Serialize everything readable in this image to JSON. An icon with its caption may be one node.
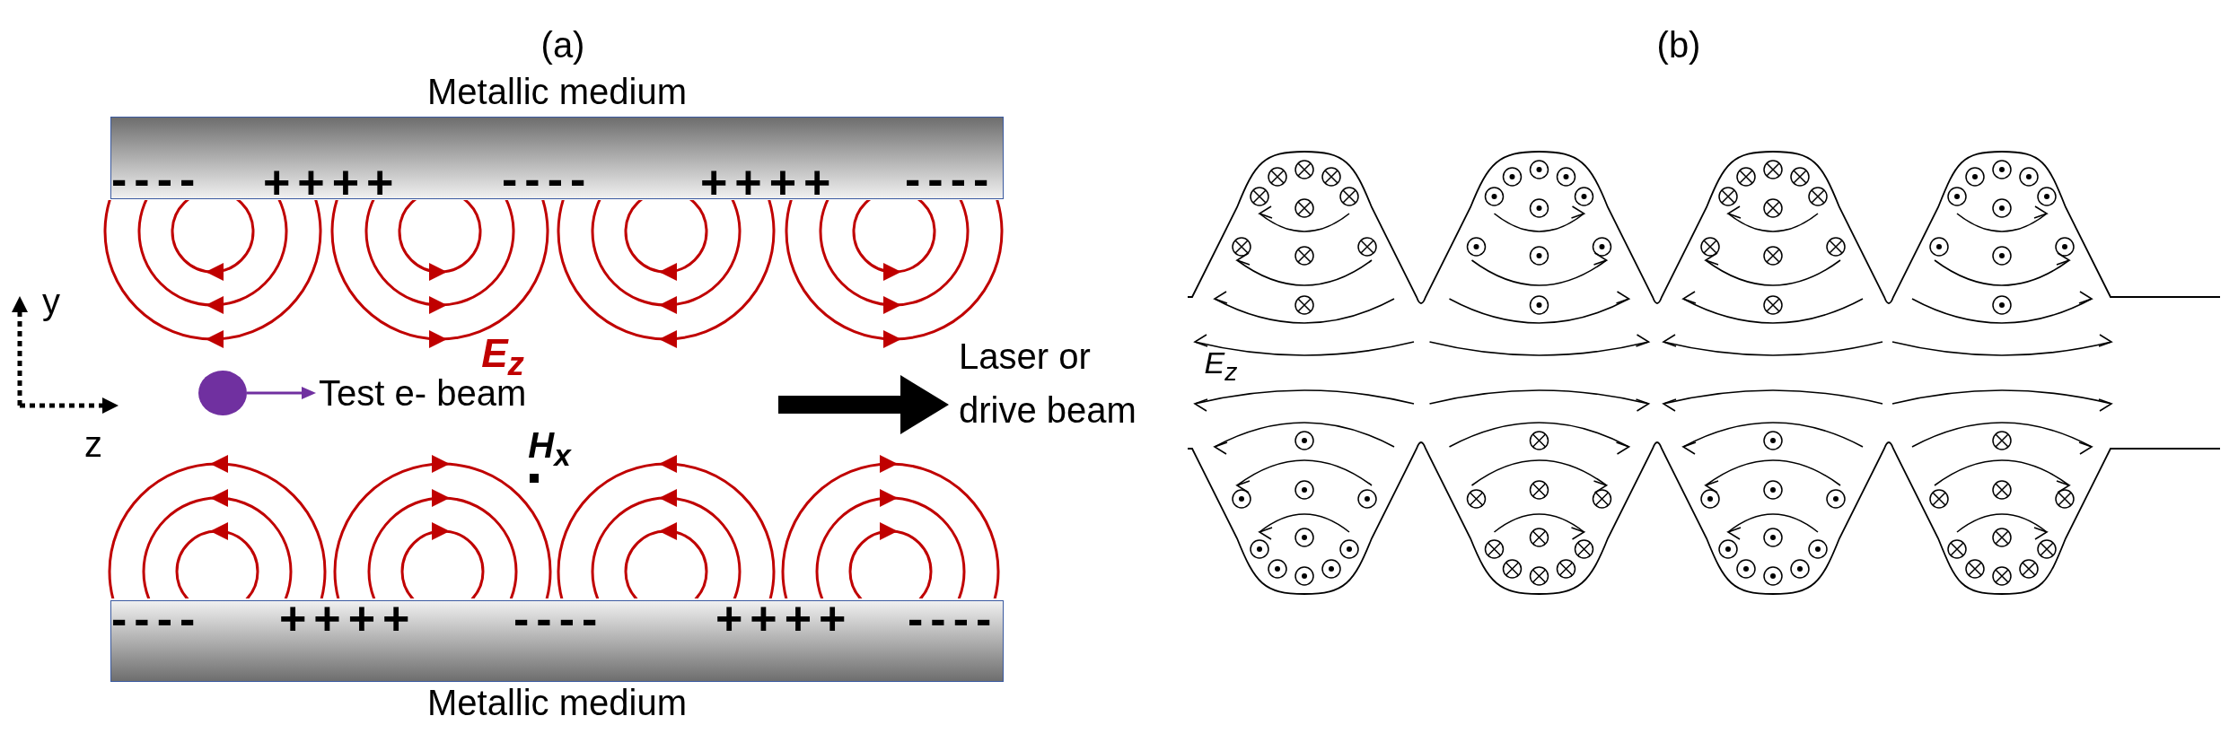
{
  "diagram": {
    "nodes": [
      {
        "text": [
          "Metallic medium",
          "----",
          "++++",
          "----",
          "++++",
          "----"
        ]
      },
      {
        "text": [
          "----",
          "++++",
          "----",
          "++++",
          "----",
          "Metallic medium"
        ]
      }
    ],
    "labels": [
      "(a)",
      "(b)",
      "y",
      "z",
      "E$_{z}$",
      "Test e- beam",
      "H$_{x}$",
      "Laser or drive beam",
      "E$_{z}$"
    ]
  }
}
